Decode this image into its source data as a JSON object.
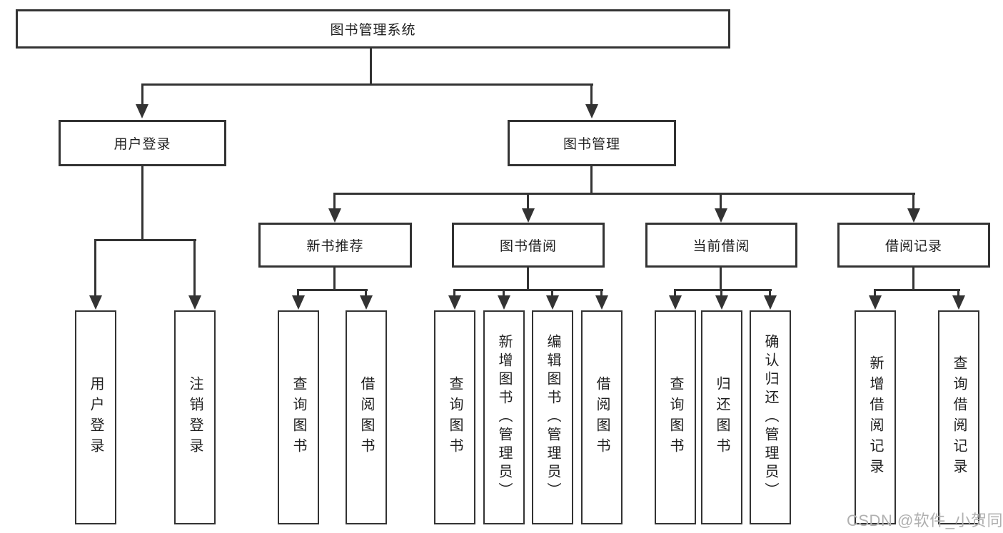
{
  "watermark": {
    "text": "CSDN @软件_小贺同学",
    "color": "#b0b0b0"
  },
  "colors": {
    "background": "#ffffff",
    "box_fill": "#ffffff",
    "box_border": "#333333",
    "line": "#333333",
    "text": "#1f1f1f"
  },
  "tree": {
    "root": {
      "label": "图书管理系统"
    },
    "branches": [
      {
        "label": "用户登录",
        "children": [
          "用户登录",
          "注销登录"
        ]
      },
      {
        "label": "图书管理",
        "groups": [
          {
            "label": "新书推荐",
            "children": [
              "查询图书",
              "借阅图书"
            ]
          },
          {
            "label": "图书借阅",
            "children": [
              "查询图书",
              "新增图书（管理员）",
              "编辑图书（管理员）",
              "借阅图书"
            ]
          },
          {
            "label": "当前借阅",
            "children": [
              "查询图书",
              "归还图书",
              "确认归还（管理员）"
            ]
          },
          {
            "label": "借阅记录",
            "children": [
              "新增借阅记录",
              "查询借阅记录"
            ]
          }
        ]
      }
    ]
  }
}
